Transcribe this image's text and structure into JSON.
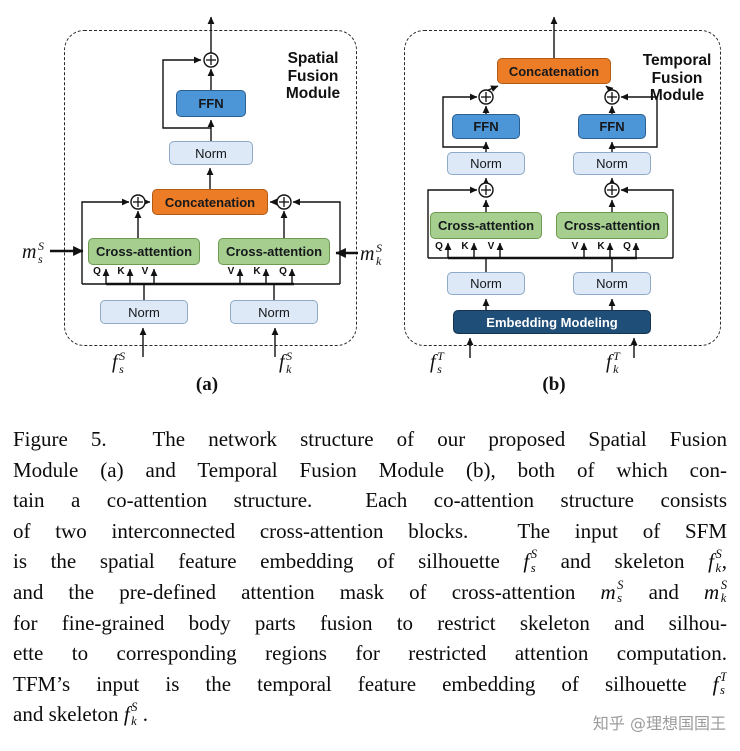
{
  "labels": {
    "ffn": "FFN",
    "norm": "Norm",
    "concatenation": "Concatenation",
    "cross_attention": "Cross-attention",
    "embedding_modeling": "Embedding Modeling",
    "q": "Q",
    "k": "K",
    "v": "V"
  },
  "panel_a": {
    "title_lines": [
      "Spatial",
      "Fusion",
      "Module"
    ],
    "caption": "(a)",
    "input_left": {
      "base": "f",
      "sub": "s",
      "sup": "S"
    },
    "input_right": {
      "base": "f",
      "sub": "k",
      "sup": "S"
    },
    "mask_left": {
      "base": "m",
      "sub": "s",
      "sup": "S"
    },
    "mask_right": {
      "base": "m",
      "sub": "k",
      "sup": "S"
    }
  },
  "panel_b": {
    "title_lines": [
      "Temporal",
      "Fusion",
      "Module"
    ],
    "caption": "(b)",
    "input_left": {
      "base": "f",
      "sub": "s",
      "sup": "T"
    },
    "input_right": {
      "base": "f",
      "sub": "k",
      "sup": "T"
    }
  },
  "colors": {
    "ffn_fill": "#4c96d7",
    "ffn_border": "#2a5f91",
    "norm_fill": "#dde9f6",
    "norm_border": "#8fa9c9",
    "concat_fill": "#ec7c25",
    "concat_border": "#b25a14",
    "cross_fill": "#a6ce8e",
    "cross_border": "#6e9b51",
    "embed_fill": "#1f4e79",
    "embed_border": "#14344f",
    "wire": "#111111"
  },
  "caption": {
    "lines": [
      {
        "segs": [
          {
            "t": "Figure 5.  The network structure of our proposed Spatial Fusion"
          }
        ]
      },
      {
        "segs": [
          {
            "t": "Module (a) and Temporal Fusion Module (b), both of which con-"
          }
        ]
      },
      {
        "segs": [
          {
            "t": "tain a co-attention structure.  Each co-attention structure consists"
          }
        ]
      },
      {
        "segs": [
          {
            "t": "of two interconnected cross-attention blocks.  The input of SFM"
          }
        ]
      },
      {
        "segs": [
          {
            "t": "is the spatial feature embedding of silhouette "
          },
          {
            "m": {
              "base": "f",
              "sub": "s",
              "sup": "S"
            }
          },
          {
            "t": " and skeleton "
          },
          {
            "m": {
              "base": "f",
              "sub": "k",
              "sup": "S"
            }
          },
          {
            "t": ","
          }
        ]
      },
      {
        "segs": [
          {
            "t": "and the pre-defined attention mask of cross-attention "
          },
          {
            "m": {
              "base": "m",
              "sub": "s",
              "sup": "S"
            }
          },
          {
            "t": " and "
          },
          {
            "m": {
              "base": "m",
              "sub": "k",
              "sup": "S"
            }
          }
        ]
      },
      {
        "segs": [
          {
            "t": "for fine-grained body parts fusion to restrict skeleton and silhou-"
          }
        ]
      },
      {
        "segs": [
          {
            "t": "ette to corresponding regions for restricted attention computation."
          }
        ]
      },
      {
        "segs": [
          {
            "t": "TFM’s input is the temporal feature embedding of silhouette "
          },
          {
            "m": {
              "base": "f",
              "sub": "s",
              "sup": "T"
            }
          }
        ]
      },
      {
        "segs": [
          {
            "t": "and skeleton "
          },
          {
            "m": {
              "base": "f",
              "sub": "k",
              "sup": "S"
            }
          },
          {
            "t": " ."
          }
        ],
        "last": true
      }
    ]
  },
  "watermark": "知乎 @理想国国王"
}
